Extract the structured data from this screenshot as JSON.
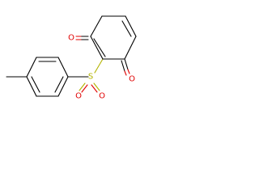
{
  "molecule": {
    "atoms": {
      "oxygen_top": "O",
      "oxygen_right": "O",
      "sulfur": "S",
      "sulfonyl_oxygen_left": "O",
      "sulfonyl_oxygen_right": "O"
    },
    "colors": {
      "bond": "#000000",
      "oxygen": "#e00000",
      "sulfur": "#b3b300"
    }
  }
}
